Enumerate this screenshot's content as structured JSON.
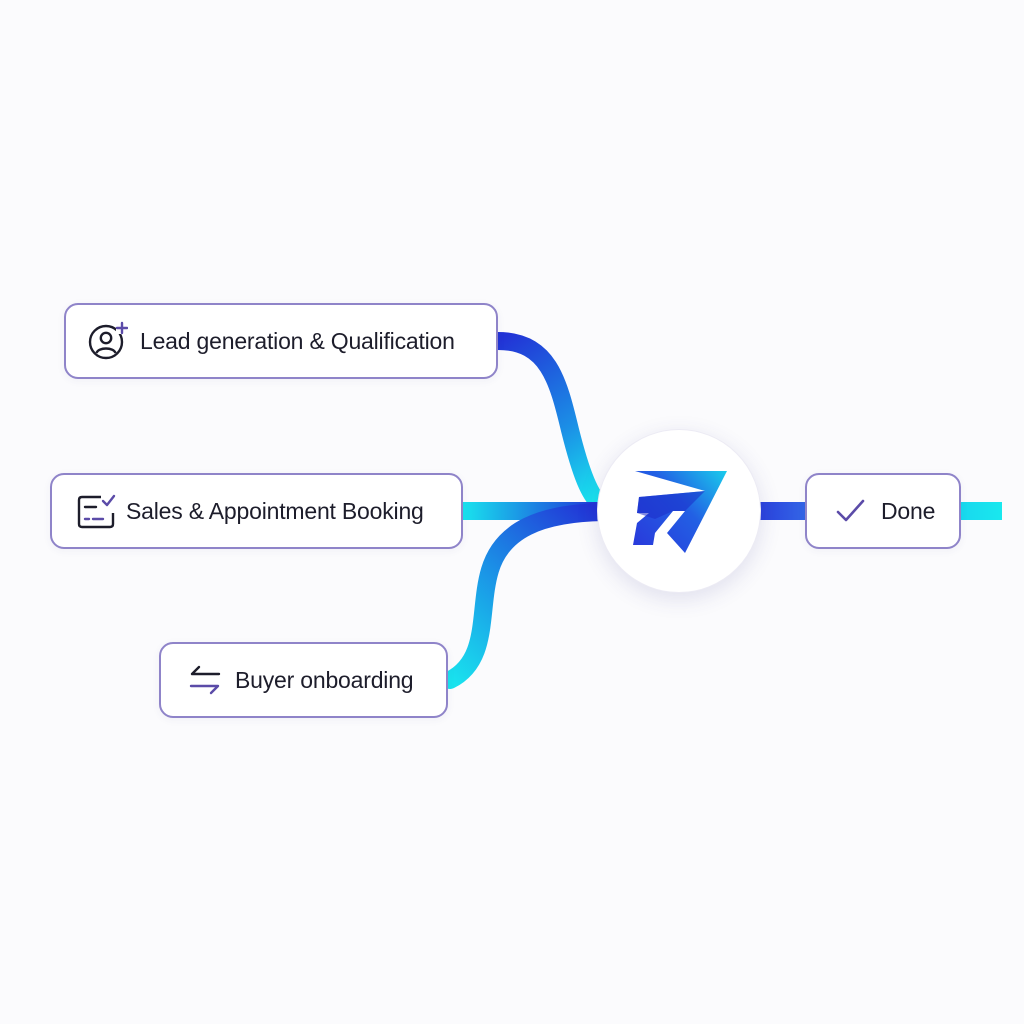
{
  "workflow": {
    "inputs": [
      {
        "id": "lead",
        "label": "Lead generation & Qualification",
        "icon": "user-add-icon"
      },
      {
        "id": "sales",
        "label": "Sales & Appointment Booking",
        "icon": "calendar-check-icon"
      },
      {
        "id": "buyer",
        "label": "Buyer onboarding",
        "icon": "transfer-arrows-icon"
      }
    ],
    "hub": {
      "icon": "brand-logo"
    },
    "output": {
      "label": "Done",
      "icon": "check-icon"
    }
  },
  "colors": {
    "node_border": "#8f84c9",
    "icon_accent": "#5b4ba8",
    "text": "#1d1d2b",
    "connector_blue": "#2233d6",
    "connector_cyan": "#19e3ee",
    "logo_blue": "#2b2fd9",
    "logo_cyan": "#18e6ee"
  }
}
